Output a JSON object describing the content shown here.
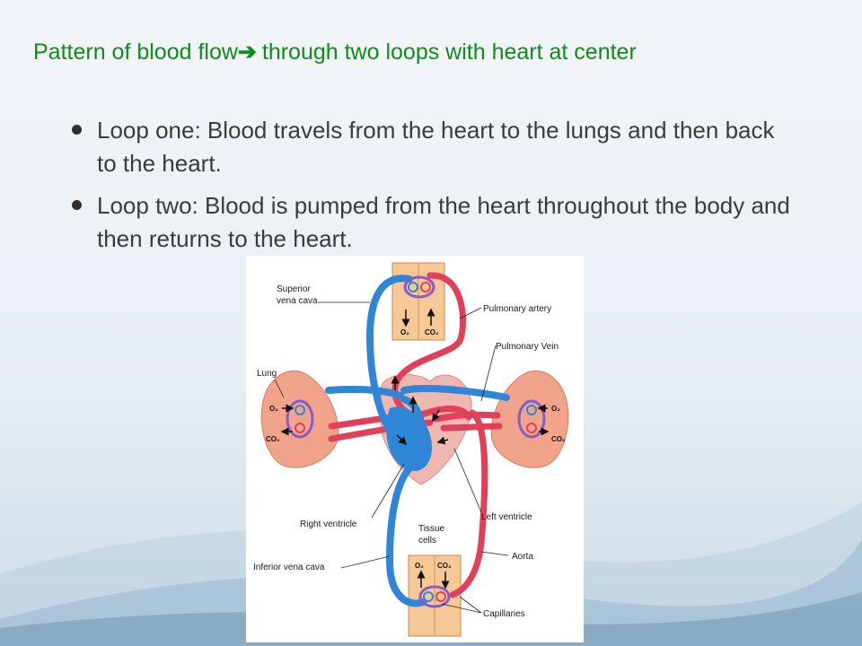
{
  "slide": {
    "title_part1": "Pattern of blood flow",
    "title_arrow": "➔",
    "title_part2": "through two loops with heart at center",
    "bullets": [
      "Loop one: Blood travels from the heart to the lungs and then back to the heart.",
      "Loop two: Blood is pumped from the heart throughout the body and then returns to the heart."
    ]
  },
  "diagram": {
    "labels": {
      "svc_line1": "Superior",
      "svc_line2": "vena cava",
      "pulmonary_artery": "Pulmonary artery",
      "pulmonary_vein": "Pulmonary Vein",
      "lung": "Lung",
      "right_ventricle": "Right ventricle",
      "left_ventricle": "Left ventricle",
      "tissue_line1": "Tissue",
      "tissue_line2": "cells",
      "aorta": "Aorta",
      "ivc": "Inferior vena cava",
      "capillaries": "Capillaries"
    },
    "gases": {
      "o2": "O₂",
      "co2": "CO₂"
    },
    "colors": {
      "oxygenated": "#e0405a",
      "deoxygenated": "#2f86d6",
      "capillary": "#8a5ac8",
      "lung_tissue": "#f2a48a",
      "tissue_block": "#f5c896",
      "heart": "#f0b6b0",
      "title": "#118a1e"
    }
  }
}
